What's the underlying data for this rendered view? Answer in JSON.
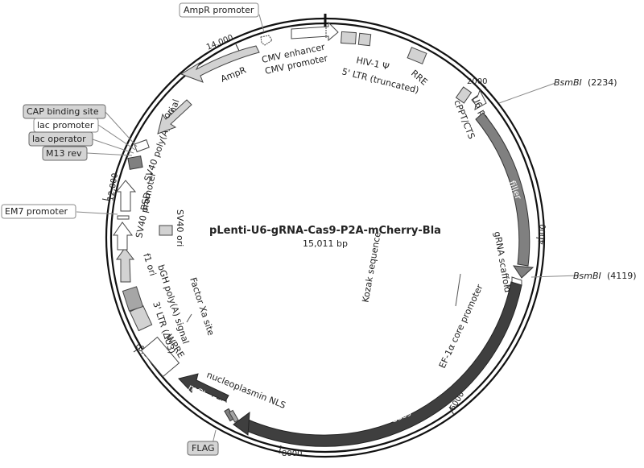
{
  "plasmid": {
    "name": "pLenti-U6-gRNA-Cas9-P2A-mCherry-Bla",
    "length": "15,011 bp"
  },
  "ticks": [
    "2000",
    "4000",
    "6000",
    "8000",
    "10,000",
    "12,000",
    "14,000"
  ],
  "sites": {
    "bsmbi_1": {
      "name": "BsmBI",
      "pos": "(2234)"
    },
    "bsmbi_2": {
      "name": "BsmBI",
      "pos": "(4119)"
    }
  },
  "features": {
    "ampr_promoter": "AmpR promoter",
    "ampr": "AmpR",
    "cmv_enhancer": "CMV enhancer",
    "cmv_promoter": "CMV promoter",
    "hiv_psi": "HIV-1 Ψ",
    "ltr5": "5' LTR (truncated)",
    "rre": "RRE",
    "cppt": "cPPT/CTS",
    "u6": "U6 promoter",
    "filler": "filler",
    "grna_scaffold": "gRNA scaffold",
    "kozak": "Kozak sequence",
    "ef1a": "EF-1α core promoter",
    "cas9": "Cas9",
    "np_nls": "nucleoplasmin NLS",
    "p2a": "P2A",
    "mcherry": "mCherry",
    "flag": "FLAG",
    "wpre": "WPRE",
    "ltr3": "3' LTR (ΔU3)",
    "bgh": "bGH poly(A) signal",
    "f1ori": "f1 ori",
    "factor_xa": "Factor Xa site",
    "sv40_ori": "SV40 ori",
    "sv40_promoter": "SV40 promoter",
    "bsd": "BSD",
    "em7": "EM7 promoter",
    "sv40_polya": "SV40 poly(A) signal",
    "ori": "ori",
    "cap": "CAP binding site",
    "lac_promoter": "lac promoter",
    "lac_operator": "lac operator",
    "m13rev": "M13 rev"
  }
}
